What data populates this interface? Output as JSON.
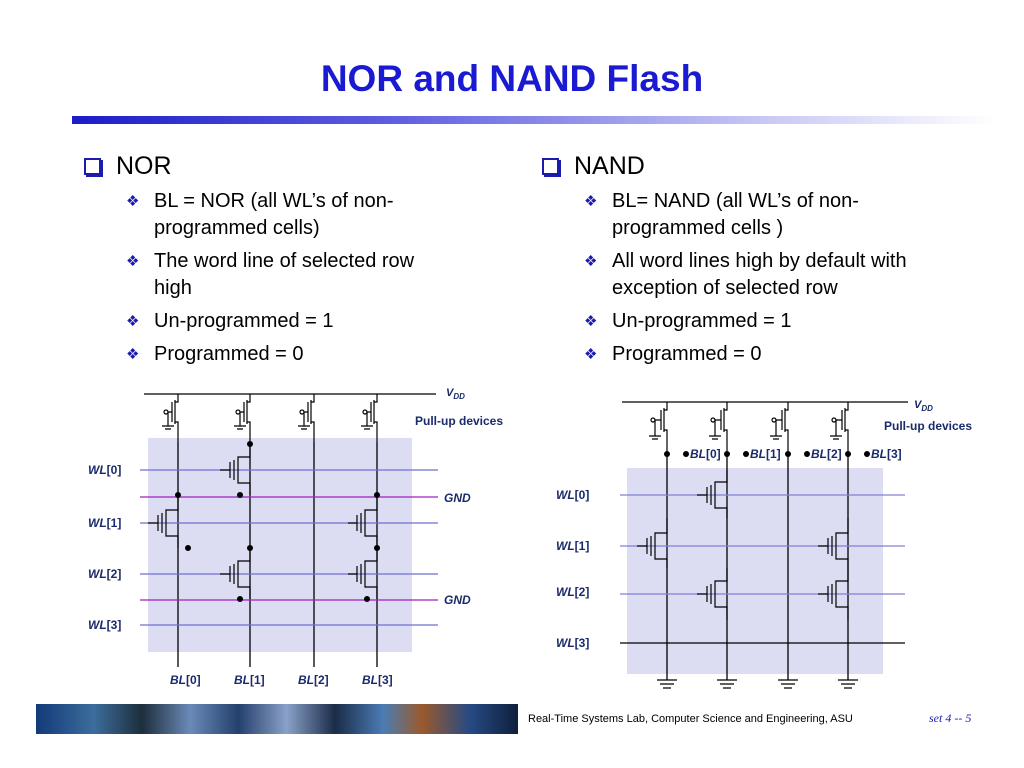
{
  "slide": {
    "title": "NOR and NAND Flash"
  },
  "left": {
    "heading": "NOR",
    "bullets": [
      "BL = NOR (all WL’s of non-programmed cells)",
      "The word line of selected row high",
      "Un-programmed = 1",
      "Programmed = 0"
    ]
  },
  "right": {
    "heading": "NAND",
    "bullets": [
      "BL= NAND (all WL’s of non-programmed cells )",
      "All word lines high by default with exception of selected row",
      "Un-programmed = 1",
      "Programmed = 0"
    ]
  },
  "nor_diagram": {
    "vdd": "V",
    "vdd_sub": "DD",
    "pullup": "Pull-up devices",
    "gnd": [
      "GND",
      "GND"
    ],
    "wl": [
      {
        "name": "WL",
        "idx": "[0]"
      },
      {
        "name": "WL",
        "idx": "[1]"
      },
      {
        "name": "WL",
        "idx": "[2]"
      },
      {
        "name": "WL",
        "idx": "[3]"
      }
    ],
    "bl": [
      {
        "name": "BL",
        "idx": "[0]"
      },
      {
        "name": "BL",
        "idx": "[1]"
      },
      {
        "name": "BL",
        "idx": "[2]"
      },
      {
        "name": "BL",
        "idx": "[3]"
      }
    ]
  },
  "nand_diagram": {
    "vdd": "V",
    "vdd_sub": "DD",
    "pullup": "Pull-up devices",
    "wl": [
      {
        "name": "WL",
        "idx": "[0]"
      },
      {
        "name": "WL",
        "idx": "[1]"
      },
      {
        "name": "WL",
        "idx": "[2]"
      },
      {
        "name": "WL",
        "idx": "[3]"
      }
    ],
    "bl": [
      {
        "name": "BL",
        "idx": "[0]"
      },
      {
        "name": "BL",
        "idx": "[1]"
      },
      {
        "name": "BL",
        "idx": "[2]"
      },
      {
        "name": "BL",
        "idx": "[3]"
      }
    ]
  },
  "footer": {
    "lab": "Real-Time Systems Lab, Computer Science and Engineering, ASU",
    "page": "set 4 -- 5"
  },
  "colors": {
    "title": "#1a1ad2",
    "bullet": "#1b1bb0",
    "grid_fill": "#dcdcf2",
    "wl_line": "#6f6fd0",
    "gnd_line": "#a020c0"
  }
}
